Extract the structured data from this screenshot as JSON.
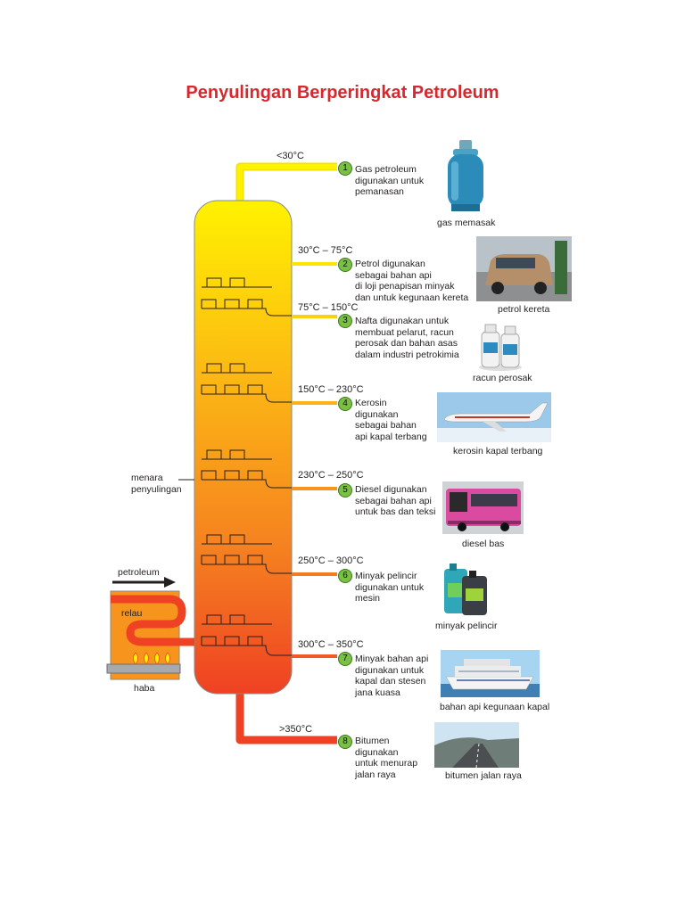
{
  "title": "Penyulingan Berperingkat Petroleum",
  "colors": {
    "title": "#d7282f",
    "column_top": "#fff200",
    "column_bottom": "#ef4123",
    "badge": "#7ac143"
  },
  "labels": {
    "tower": "menara\npenyulingan",
    "petroleum": "petroleum",
    "furnace": "relau",
    "heat": "haba"
  },
  "fractions": [
    {
      "num": "1",
      "temp": "<30°C",
      "desc": "Gas petroleum\ndigunakan untuk\npemanasan",
      "caption": "gas memasak",
      "icon": "gas-cylinder-photo"
    },
    {
      "num": "2",
      "temp": "30°C – 75°C",
      "desc": "Petrol digunakan\nsebagai bahan api\ndi loji penapisan minyak\ndan untuk kegunaan kereta",
      "caption": "petrol kereta",
      "icon": "car-refuel-photo"
    },
    {
      "num": "3",
      "temp": "75°C – 150°C",
      "desc": "Nafta digunakan untuk\nmembuat pelarut, racun\nperosak dan bahan asas\ndalam industri petrokimia",
      "caption": "racun perosak",
      "icon": "pesticide-bottles-photo"
    },
    {
      "num": "4",
      "temp": "150°C – 230°C",
      "desc": "Kerosin\ndigunakan\nsebagai bahan\napi kapal terbang",
      "caption": "kerosin kapal terbang",
      "icon": "airplane-photo"
    },
    {
      "num": "5",
      "temp": "230°C – 250°C",
      "desc": "Diesel digunakan\nsebagai bahan api\nuntuk bas dan teksi",
      "caption": "diesel bas",
      "icon": "bus-photo"
    },
    {
      "num": "6",
      "temp": "250°C – 300°C",
      "desc": "Minyak pelincir\ndigunakan untuk\nmesin",
      "caption": "minyak pelincir",
      "icon": "lubricant-bottles-photo"
    },
    {
      "num": "7",
      "temp": "300°C – 350°C",
      "desc": "Minyak bahan api\ndigunakan untuk\nkapal dan stesen\njana kuasa",
      "caption": "bahan api kegunaan kapal",
      "icon": "cruise-ship-photo"
    },
    {
      "num": "8",
      "temp": ">350°C",
      "desc": "Bitumen\ndigunakan\nuntuk menurap\njalan raya",
      "caption": "bitumen jalan raya",
      "icon": "road-photo"
    }
  ]
}
